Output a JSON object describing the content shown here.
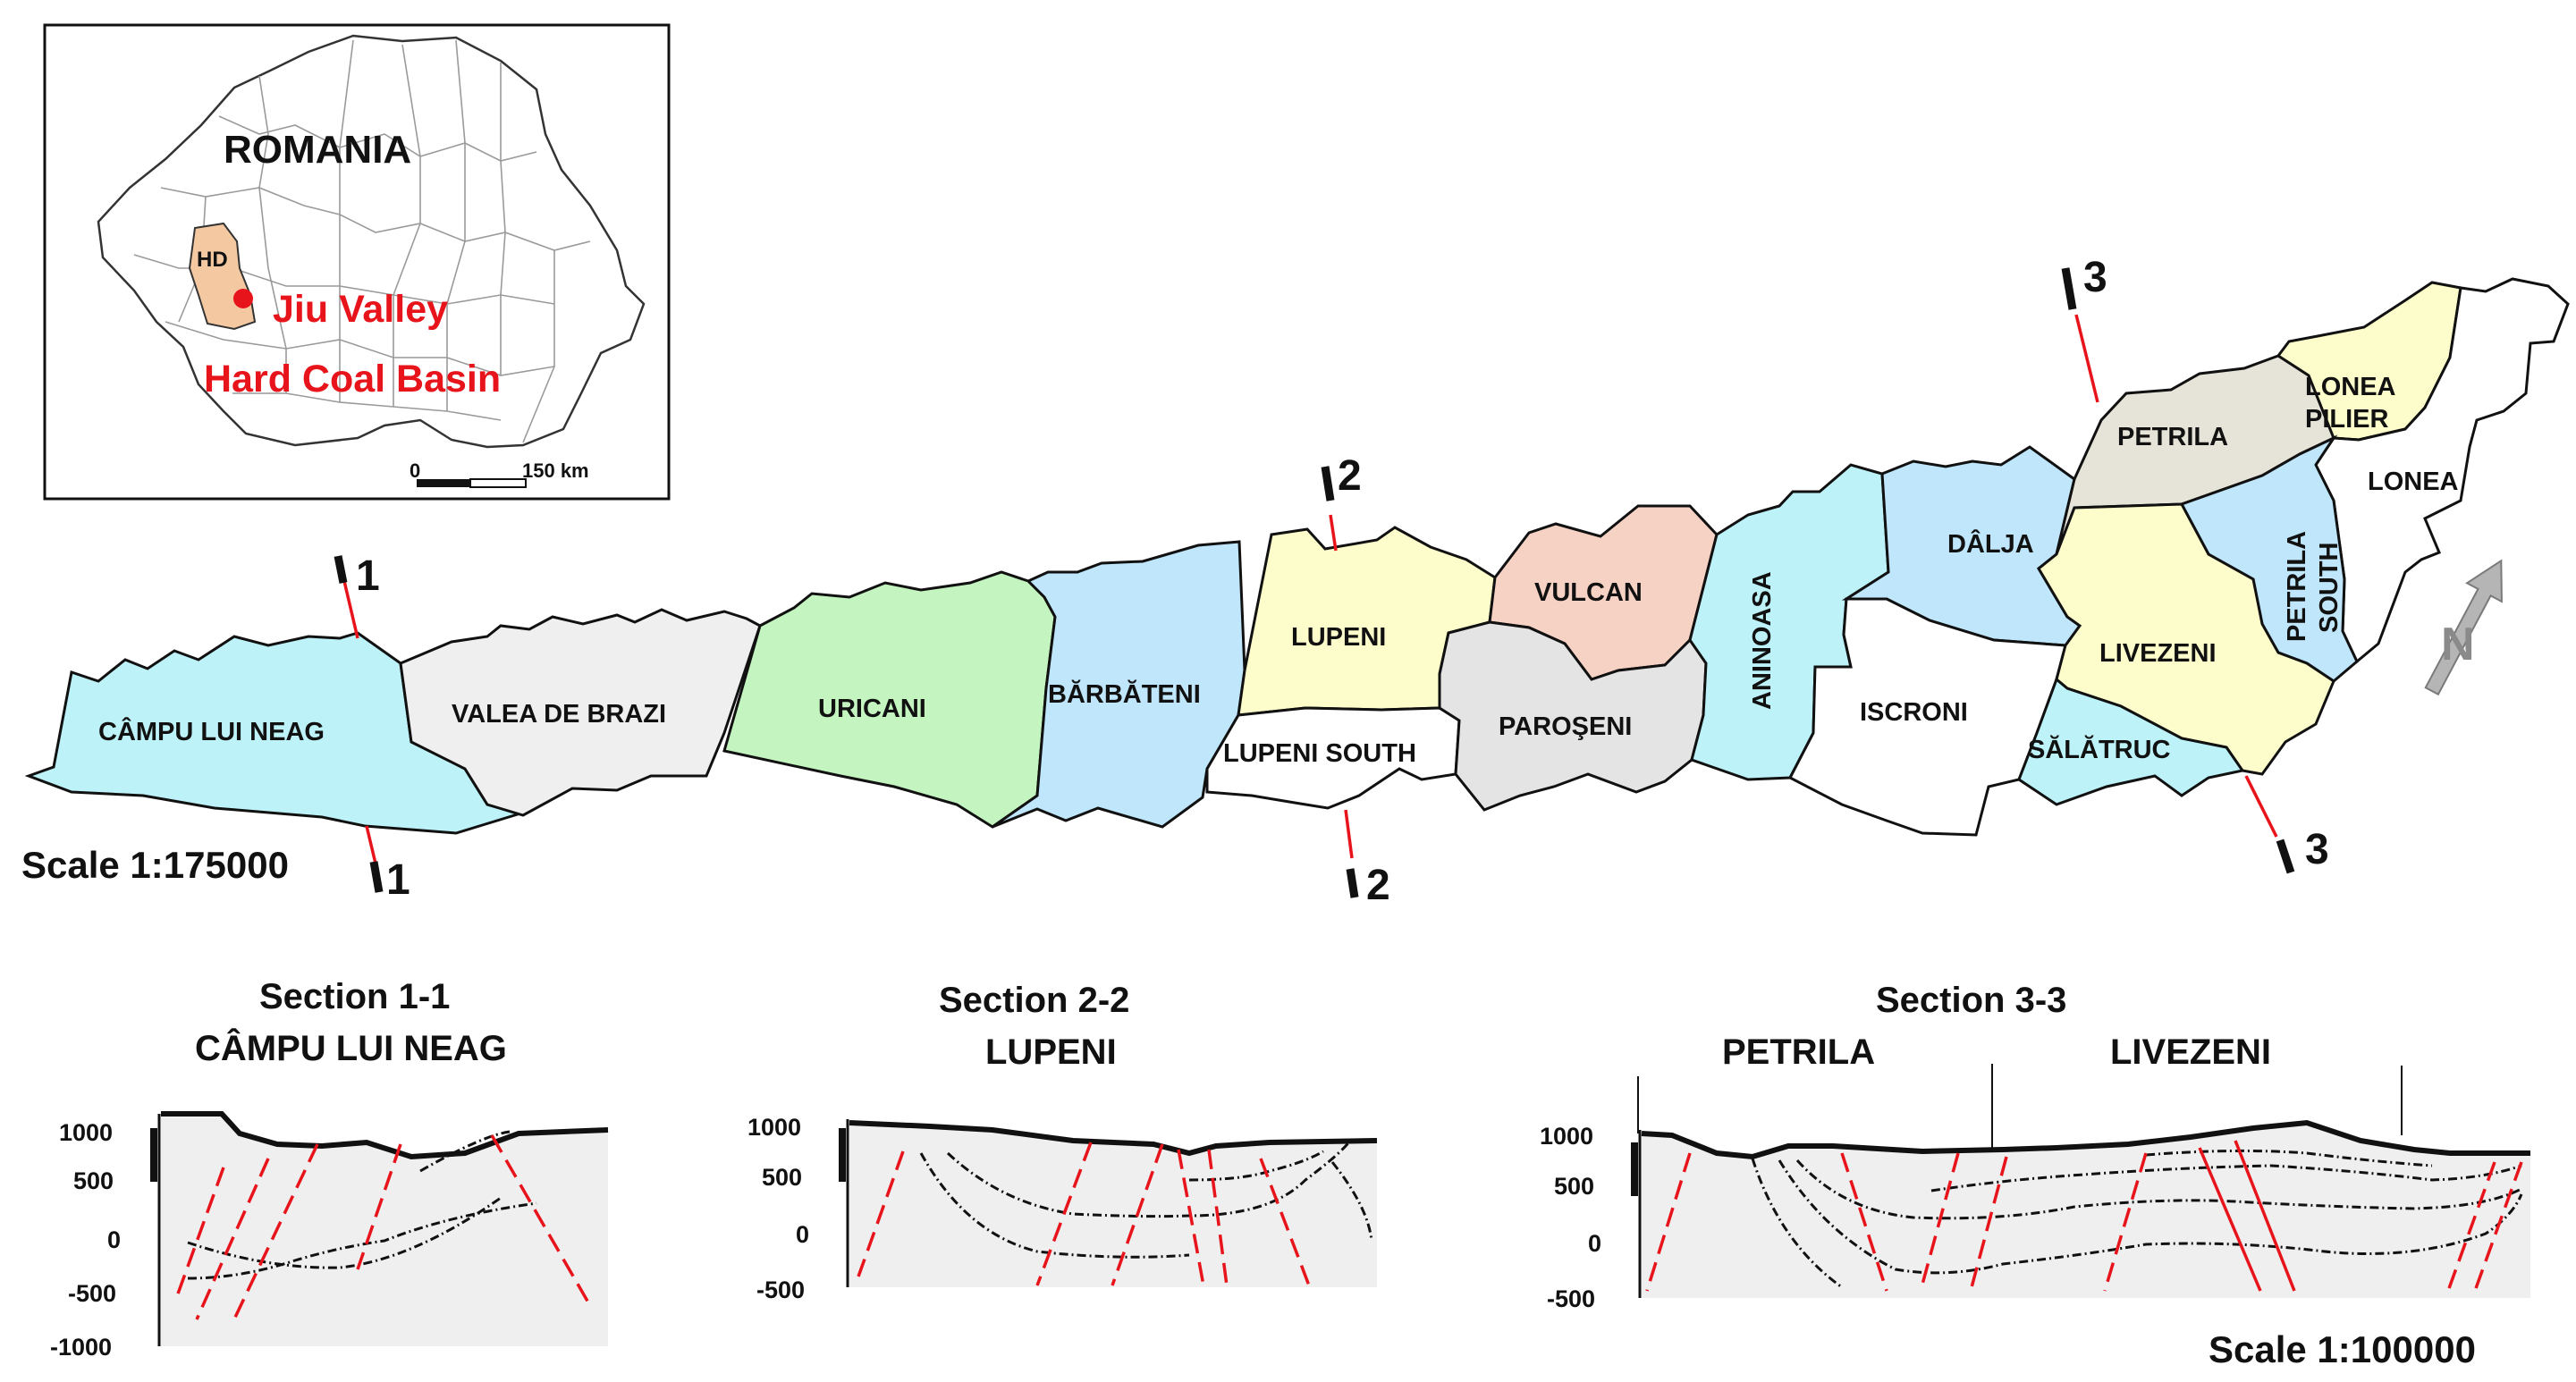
{
  "inset": {
    "country_label": "ROMANIA",
    "county_label": "HD",
    "basin_label_line1": "Jiu Valley",
    "basin_label_line2": "Hard Coal Basin",
    "scale_start": "0",
    "scale_end": "150 km",
    "colors": {
      "county_fill": "#f4c9a2",
      "basin_marker": "#e8141b",
      "basin_text": "#e8141b"
    }
  },
  "map": {
    "scale_label": "Scale 1:175000",
    "north_arrow_label": "N",
    "fields": [
      {
        "name": "CÂMPU LUI NEAG",
        "color": "#bdf2f8"
      },
      {
        "name": "VALEA DE BRAZI",
        "color": "#efefef"
      },
      {
        "name": "URICANI",
        "color": "#c4f5c0"
      },
      {
        "name": "BĂRBĂTENI",
        "color": "#bfe6fb"
      },
      {
        "name": "LUPENI",
        "color": "#fdfccb"
      },
      {
        "name": "LUPENI SOUTH",
        "color": "#ffffff"
      },
      {
        "name": "VULCAN",
        "color": "#f6d2c4"
      },
      {
        "name": "PAROŞENI",
        "color": "#e4e4e4"
      },
      {
        "name": "ANINOASA",
        "color": "#bdf2f8"
      },
      {
        "name": "DÂLJA",
        "color": "#bfe6fb"
      },
      {
        "name": "ISCRONI",
        "color": "#ffffff"
      },
      {
        "name": "PETRILA",
        "color": "#e6e4d8"
      },
      {
        "name": "LONEA",
        "color": "#ffffff"
      },
      {
        "name": "PILIER",
        "color": "#fdfccb"
      },
      {
        "name": "PETRILA",
        "color": "#bfe6fb"
      },
      {
        "name": "SOUTH",
        "color": "#bfe6fb"
      },
      {
        "name": "LONEA",
        "color": "#ffffff"
      },
      {
        "name": "LIVEZENI",
        "color": "#fdfccb"
      },
      {
        "name": "SĂLĂTRUC",
        "color": "#bdf2f8"
      }
    ],
    "section_markers": [
      {
        "label": "1",
        "end": "north"
      },
      {
        "label": "1",
        "end": "south"
      },
      {
        "label": "2",
        "end": "north"
      },
      {
        "label": "2",
        "end": "south"
      },
      {
        "label": "3",
        "end": "north"
      },
      {
        "label": "3",
        "end": "south"
      }
    ]
  },
  "sections": [
    {
      "title": "Section 1-1",
      "subtitle": "CÂMPU LUI NEAG",
      "y_ticks": [
        "1000",
        "500",
        "0",
        "-500",
        "-1000"
      ]
    },
    {
      "title": "Section 2-2",
      "subtitle": "LUPENI",
      "y_ticks": [
        "1000",
        "500",
        "0",
        "-500"
      ]
    },
    {
      "title": "Section 3-3",
      "subtitle_left": "PETRILA",
      "subtitle_right": "LIVEZENI",
      "y_ticks": [
        "1000",
        "500",
        "0",
        "-500"
      ]
    }
  ],
  "sections_scale_label": "Scale 1:100000",
  "colors": {
    "fault": "#e8141b",
    "section_fill": "#efefef"
  }
}
